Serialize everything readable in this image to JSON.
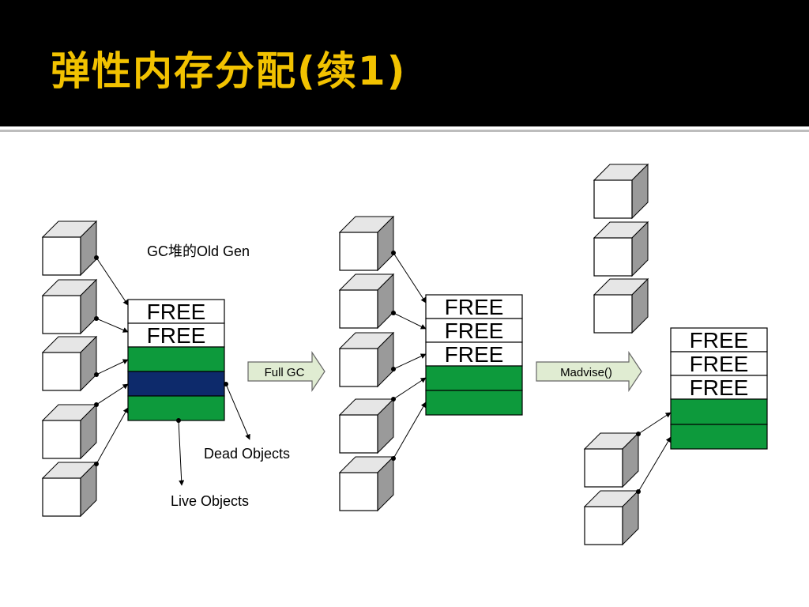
{
  "slide": {
    "title": "弹性内存分配(续1)"
  },
  "diagram": {
    "heap_label": "GC堆的Old Gen",
    "free_label": "FREE",
    "dead_objects_label": "Dead Objects",
    "live_objects_label": "Live Objects",
    "step1_label": "Full GC",
    "step2_label": "Madvise()"
  },
  "colors": {
    "live": "#0d9a3c",
    "dead": "#0d2a6b",
    "title": "#f2c200"
  }
}
